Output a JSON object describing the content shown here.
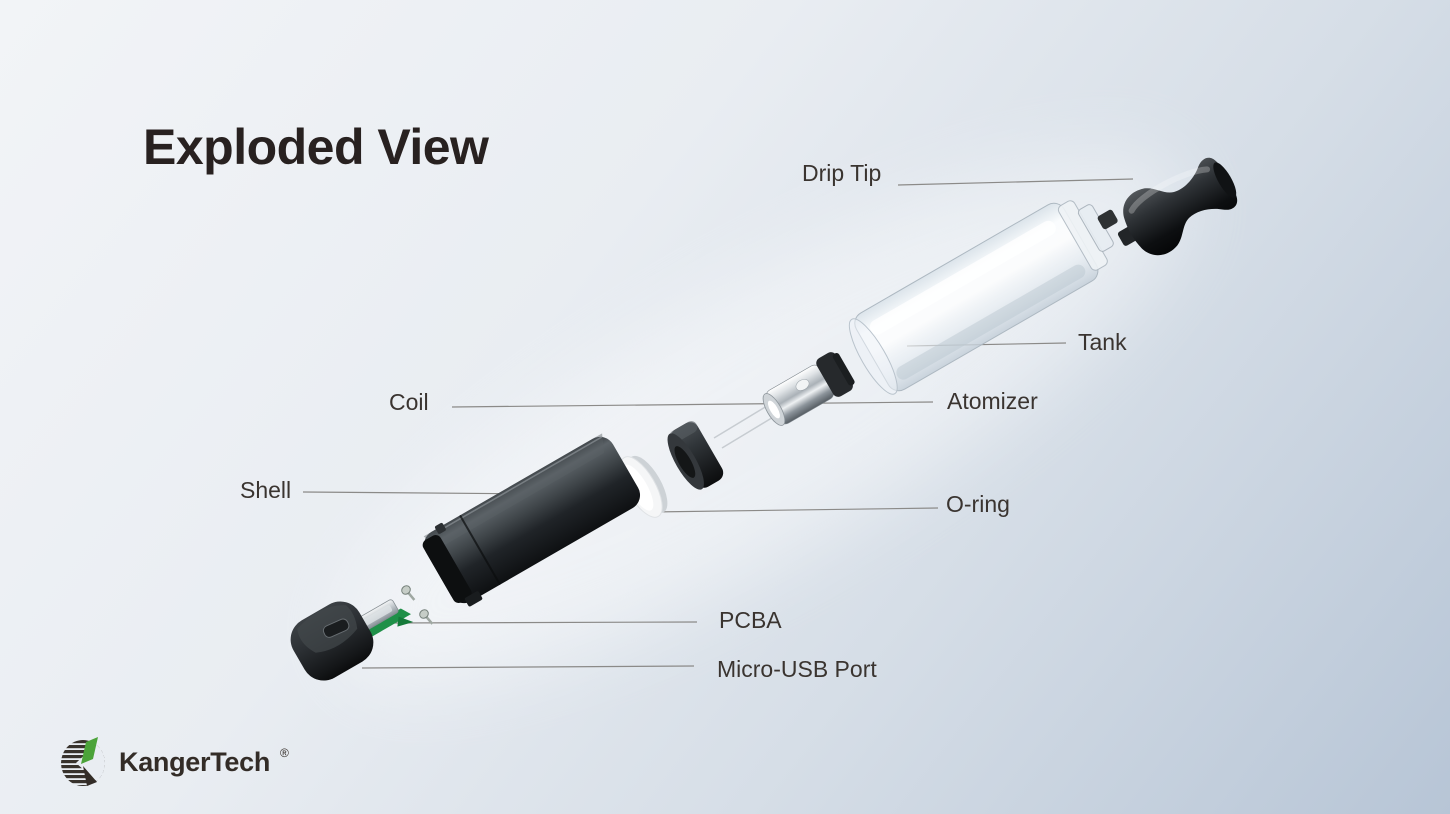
{
  "page": {
    "title": "Exploded View"
  },
  "diagram": {
    "labels": [
      {
        "id": "drip-tip",
        "text": "Drip Tip"
      },
      {
        "id": "tank",
        "text": "Tank"
      },
      {
        "id": "coil",
        "text": "Coil"
      },
      {
        "id": "atomizer",
        "text": "Atomizer"
      },
      {
        "id": "shell",
        "text": "Shell"
      },
      {
        "id": "o-ring",
        "text": "O-ring"
      },
      {
        "id": "pcba",
        "text": "PCBA"
      },
      {
        "id": "micro-usb",
        "text": "Micro-USB Port"
      }
    ]
  },
  "logo": {
    "brand": "KangerTech",
    "registered": "®"
  },
  "colors": {
    "background_top_left": "#f2f4f7",
    "background_bottom_right": "#b7c5d6",
    "title_text": "#282120",
    "label_text": "#3a3430",
    "leader_line": "#8b8a88",
    "brand_green": "#4ba339",
    "brand_dark": "#332c27"
  }
}
